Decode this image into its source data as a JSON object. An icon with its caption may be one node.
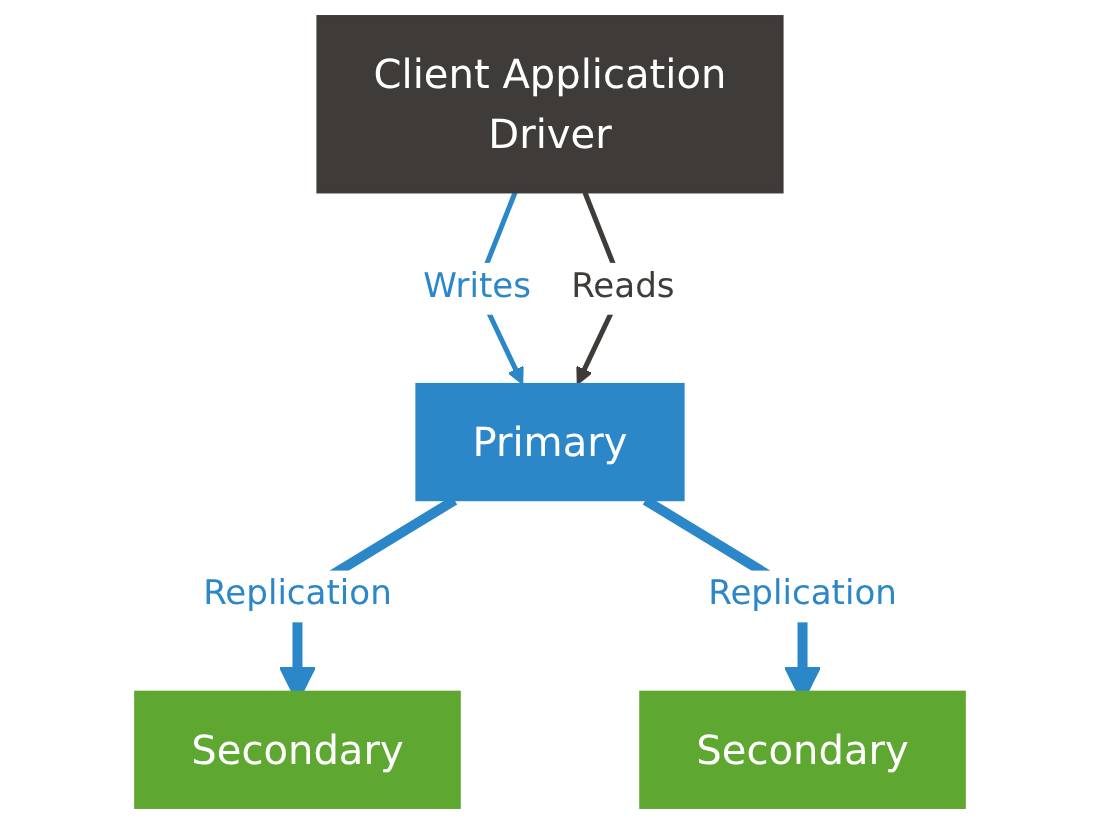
{
  "diagram": {
    "nodes": [
      {
        "text": [
          "Client Application",
          "Driver"
        ]
      },
      {
        "text": [
          "Primary"
        ]
      },
      {
        "text": [
          "Secondary"
        ]
      },
      {
        "text": [
          "Secondary"
        ]
      }
    ],
    "edges": [
      {
        "from": 0,
        "to": 1,
        "arrow": "to",
        "label": "Writes"
      },
      {
        "from": 0,
        "to": 1,
        "arrow": "to",
        "label": "Reads",
        "color": "#3e3b38"
      },
      {
        "from": 1,
        "to": 2,
        "arrow": "to",
        "label": "Replication",
        "style": "thick"
      },
      {
        "from": 1,
        "to": 3,
        "arrow": "to",
        "label": "Replication",
        "style": "thick"
      }
    ]
  }
}
